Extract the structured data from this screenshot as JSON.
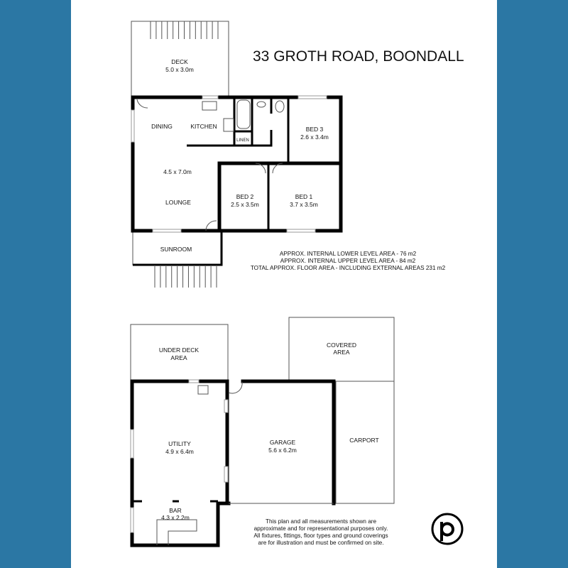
{
  "title": "33 GROTH ROAD, BOONDALL",
  "upper_level": {
    "rooms": {
      "deck": {
        "name": "DECK",
        "size": "5.0 x 3.0m"
      },
      "dining": {
        "name": "DINING"
      },
      "kitchen": {
        "name": "KITCHEN"
      },
      "linen": {
        "name": "LINEN"
      },
      "bed3": {
        "name": "BED 3",
        "size": "2.6 x 3.4m"
      },
      "lounge": {
        "name": "LOUNGE",
        "size": "4.5 x 7.0m"
      },
      "bed2": {
        "name": "BED 2",
        "size": "2.5 x 3.5m"
      },
      "bed1": {
        "name": "BED 1",
        "size": "3.7 x 3.5m"
      },
      "sunroom": {
        "name": "SUNROOM"
      }
    }
  },
  "areas": [
    "APPROX. INTERNAL LOWER LEVEL AREA - 76 m2",
    "APPROX. INTERNAL UPPER LEVEL AREA - 84 m2",
    "TOTAL APPROX. FLOOR AREA - INCLUDING EXTERNAL AREAS  231 m2"
  ],
  "lower_level": {
    "rooms": {
      "under_deck": {
        "line1": "UNDER DECK",
        "line2": "AREA"
      },
      "covered": {
        "line1": "COVERED",
        "line2": "AREA"
      },
      "utility": {
        "name": "UTILITY",
        "size": "4.9 x 6.4m"
      },
      "garage": {
        "name": "GARAGE",
        "size": "5.6 x 6.2m"
      },
      "carport": {
        "name": "CARPORT"
      },
      "bar": {
        "name": "BAR",
        "size": "4.3 x 2.2m"
      }
    }
  },
  "disclaimer": [
    "This plan and all measurements shown are",
    "approximate and for representational purposes only.",
    "All fixtures, fittings, floor types and ground coverings",
    "are for illustration and must be confirmed on site."
  ],
  "logo": {
    "letter": "p"
  },
  "colors": {
    "band": "#2b77a4"
  }
}
